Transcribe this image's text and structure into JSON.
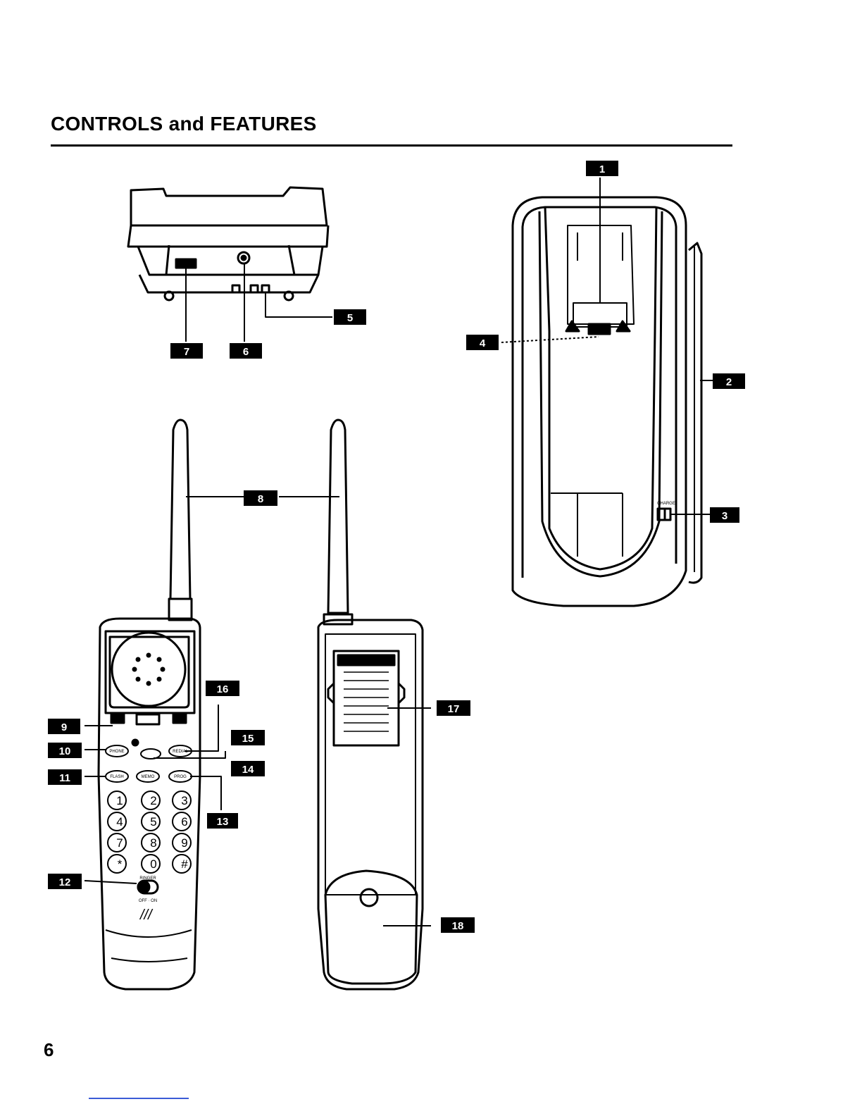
{
  "page": {
    "title": "CONTROLS and FEATURES",
    "page_number": "6"
  },
  "figures": {
    "handset_front": {
      "keys": [
        "1",
        "2",
        "3",
        "4",
        "5",
        "6",
        "7",
        "8",
        "9",
        "*",
        "0",
        "#"
      ],
      "top_buttons": [
        "PHONE",
        "",
        "REDIAL"
      ],
      "mid_buttons": [
        "FLASH",
        "MEMO",
        "PROG"
      ],
      "ringer_label": "RINGER",
      "ringer_positions": "OFF · ON"
    },
    "base_top": {
      "charge_label": "CHARGE"
    }
  },
  "callouts": [
    "1",
    "2",
    "3",
    "4",
    "5",
    "6",
    "7",
    "8",
    "9",
    "10",
    "11",
    "12",
    "13",
    "14",
    "15",
    "16",
    "17",
    "18"
  ]
}
